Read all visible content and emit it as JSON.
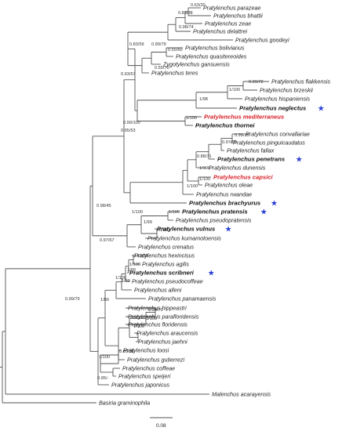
{
  "figure": {
    "star_color": "#2a3fd6",
    "highlight_color": "#d71f26",
    "star_glyph": "★"
  },
  "taxa": [
    {
      "id": "parazeae",
      "label": "Pratylenchus parazeae",
      "style": "normal",
      "star": false
    },
    {
      "id": "bhattii",
      "label": "Pratylenchus bhattii",
      "style": "normal",
      "star": false
    },
    {
      "id": "zeae",
      "label": "Pratylenchus zeae",
      "style": "normal",
      "star": false
    },
    {
      "id": "delattrei",
      "label": "Pratylenchus delattrei",
      "style": "normal",
      "star": false
    },
    {
      "id": "goodeyi",
      "label": "Pratylenchus goodeyi",
      "style": "normal",
      "star": false
    },
    {
      "id": "bolivianus",
      "label": "Pratylenchus bolivianus",
      "style": "normal",
      "star": false
    },
    {
      "id": "quasitereoides",
      "label": "Pratylenchus quasitereoides",
      "style": "normal",
      "star": false
    },
    {
      "id": "gansuensis",
      "label": "Zygotylenchus gansuensis",
      "style": "normal",
      "star": false
    },
    {
      "id": "teres",
      "label": "Pratylenchus teres",
      "style": "normal",
      "star": false
    },
    {
      "id": "flakkensis",
      "label": "Pratylenchus flakkensis",
      "style": "normal",
      "star": false
    },
    {
      "id": "brzeskii",
      "label": "Pratylenchus brzeskii",
      "style": "normal",
      "star": false
    },
    {
      "id": "hispaniensis",
      "label": "Pratylenchus hispaniensis",
      "style": "normal",
      "star": false
    },
    {
      "id": "neglectus",
      "label": "Pratylenchus neglectus",
      "style": "bold",
      "star": true
    },
    {
      "id": "mediterraneus",
      "label": "Pratylenchus mediterraneus",
      "style": "red",
      "star": false
    },
    {
      "id": "thornei",
      "label": "Pratylenchus thornei",
      "style": "bold",
      "star": false
    },
    {
      "id": "convallariae",
      "label": "Pratylenchus convallariae",
      "style": "normal",
      "star": false
    },
    {
      "id": "pinguicaudatus",
      "label": "Pratylenchus pinguicaudatus",
      "style": "normal",
      "star": false
    },
    {
      "id": "fallax",
      "label": "Pratylenchus fallax",
      "style": "normal",
      "star": false
    },
    {
      "id": "penetrans",
      "label": "Pratylenchus penetrans",
      "style": "bold",
      "star": true
    },
    {
      "id": "dunensis",
      "label": "Pratylenchus dunensis",
      "style": "normal",
      "star": false
    },
    {
      "id": "capsici",
      "label": "Pratylenchus capsici",
      "style": "red",
      "star": false
    },
    {
      "id": "oleae",
      "label": "Pratylenchus oleae",
      "style": "normal",
      "star": false
    },
    {
      "id": "rwandae",
      "label": "Pratylenchus rwandae",
      "style": "normal",
      "star": false
    },
    {
      "id": "brachyurus",
      "label": "Pratylenchus brachyurus",
      "style": "bold",
      "star": true
    },
    {
      "id": "pratensis",
      "label": "Pratylenchus pratensis",
      "style": "bold",
      "star": true
    },
    {
      "id": "pseudopratensis",
      "label": "Pratylenchus pseudopratensis",
      "style": "normal",
      "star": false
    },
    {
      "id": "vulnus",
      "label": "Pratylenchus vulnus",
      "style": "bold",
      "star": true
    },
    {
      "id": "kumamotoensis",
      "label": "Pratylenchus kumamotoensis",
      "style": "normal",
      "star": false
    },
    {
      "id": "crenatus",
      "label": "Pratylenchus crenatus",
      "style": "normal",
      "star": false
    },
    {
      "id": "hexincisus",
      "label": "Pratylenchus hexincisus",
      "style": "normal",
      "star": false
    },
    {
      "id": "agilis",
      "label": "Pratylenchus agilis",
      "style": "normal",
      "star": false
    },
    {
      "id": "scribneri",
      "label": "Pratylenchus scribneri",
      "style": "bold",
      "star": true
    },
    {
      "id": "pseudocoffeae",
      "label": "Pratylenchus pseudocoffeae",
      "style": "normal",
      "star": false
    },
    {
      "id": "alleni",
      "label": "Pratylenchus alleni",
      "style": "normal",
      "star": false
    },
    {
      "id": "panamaensis",
      "label": "Pratylenchus panamaensis",
      "style": "normal",
      "star": false
    },
    {
      "id": "hippeastri",
      "label": "Pratylenchus hippeastri",
      "style": "normal",
      "star": false
    },
    {
      "id": "parafloridensis",
      "label": "Pratylenchus parafloridensis",
      "style": "normal",
      "star": false
    },
    {
      "id": "floridensis",
      "label": "Pratylenchus floridensis",
      "style": "normal",
      "star": false
    },
    {
      "id": "araucensis",
      "label": "Pratylenchus araucensis",
      "style": "normal",
      "star": false
    },
    {
      "id": "jaehni",
      "label": "Pratylenchus jaehni",
      "style": "normal",
      "star": false
    },
    {
      "id": "loosi",
      "label": "Pratylenchus loosi",
      "style": "normal",
      "star": false
    },
    {
      "id": "gutierrezi",
      "label": "Pratylenchus gutierrezi",
      "style": "normal",
      "star": false
    },
    {
      "id": "coffeae",
      "label": "Pratylenchus coffeae",
      "style": "normal",
      "star": false
    },
    {
      "id": "speijeri",
      "label": "Pratylenchus speijeri",
      "style": "normal",
      "star": false
    },
    {
      "id": "japonicus",
      "label": "Pratylenchus japonicus",
      "style": "normal",
      "star": false
    },
    {
      "id": "acarayensis",
      "label": "Malenchus acarayensis",
      "style": "normal",
      "star": false
    },
    {
      "id": "graminophila",
      "label": "Basiria graminophila",
      "style": "normal",
      "star": false
    }
  ],
  "support_values": [
    {
      "id": "s1",
      "text": "0.63/20"
    },
    {
      "id": "s2",
      "text": "0.83/38"
    },
    {
      "id": "s3",
      "text": "0.98/74"
    },
    {
      "id": "s4",
      "text": "0.99/79"
    },
    {
      "id": "s5",
      "text": "0.83/59"
    },
    {
      "id": "s6",
      "text": "0.55/60"
    },
    {
      "id": "s7",
      "text": "0.55/70"
    },
    {
      "id": "s8",
      "text": "0.93/57"
    },
    {
      "id": "s9",
      "text": "0.99/72"
    },
    {
      "id": "s10",
      "text": "1/100"
    },
    {
      "id": "s11",
      "text": "1/98"
    },
    {
      "id": "s12",
      "text": "0.99/100"
    },
    {
      "id": "s13",
      "text": "1/100"
    },
    {
      "id": "s14",
      "text": "0.95/53"
    },
    {
      "id": "s15",
      "text": "0.99/55"
    },
    {
      "id": "s16",
      "text": "0.97/65"
    },
    {
      "id": "s17",
      "text": "0.88/71"
    },
    {
      "id": "s18",
      "text": "1/100"
    },
    {
      "id": "s19",
      "text": "1/100"
    },
    {
      "id": "s20",
      "text": "1/100"
    },
    {
      "id": "s21",
      "text": "0.98/45"
    },
    {
      "id": "s22",
      "text": "1/100"
    },
    {
      "id": "s23",
      "text": "1/99"
    },
    {
      "id": "s24",
      "text": "1/100"
    },
    {
      "id": "s25",
      "text": "0.97/67"
    },
    {
      "id": "s26",
      "text": "0.63/68"
    },
    {
      "id": "s27",
      "text": "1/100"
    },
    {
      "id": "s28",
      "text": "1/99"
    },
    {
      "id": "s29",
      "text": "1/100"
    },
    {
      "id": "s30",
      "text": "1/99"
    },
    {
      "id": "s31",
      "text": "1/89"
    },
    {
      "id": "s32",
      "text": "0.94/70"
    },
    {
      "id": "s33",
      "text": "1/100"
    },
    {
      "id": "s34",
      "text": "1/100"
    },
    {
      "id": "s35",
      "text": "0.85/38"
    },
    {
      "id": "s36",
      "text": "1/100"
    },
    {
      "id": "s37",
      "text": "0.95/-"
    },
    {
      "id": "s38",
      "text": "0.99/79"
    }
  ],
  "scale_bar": {
    "label": "0.08"
  }
}
